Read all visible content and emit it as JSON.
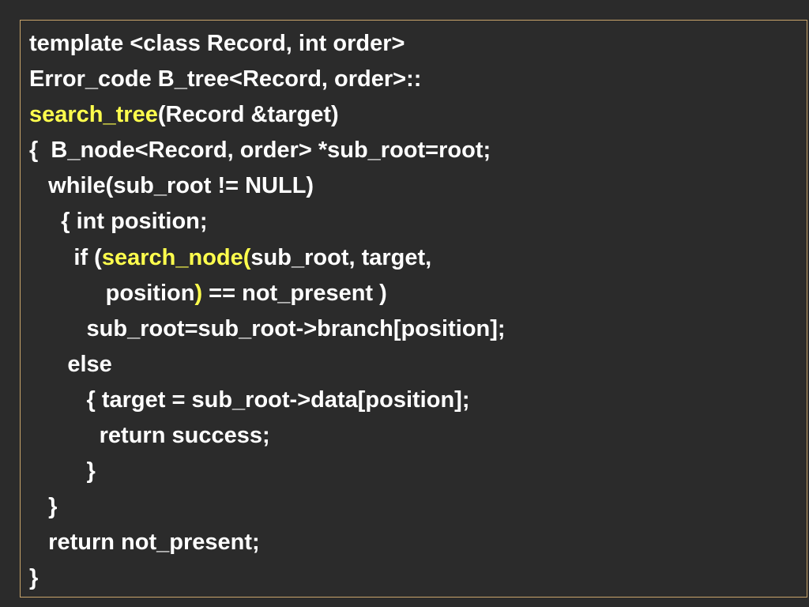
{
  "colors": {
    "background": "#2b2b2b",
    "frame_border": "#c8a46a",
    "text": "#ffffff",
    "highlight": "#ffff4d"
  },
  "code": {
    "line1": "template <class Record, int order>",
    "line2": "Error_code B_tree<Record, order>::",
    "line3": {
      "fn": "search_tree",
      "rest": "(Record &target)"
    },
    "line4": "{  B_node<Record, order> *sub_root=root;",
    "line5": "   while(sub_root != NULL)",
    "line6": "     { int position;",
    "line7": {
      "pre": "       if (",
      "fn": "search_node(",
      "rest": "sub_root, target,"
    },
    "line8": {
      "pre": "            position",
      "close": ")",
      "rest": " == not_present )"
    },
    "line9": "         sub_root=sub_root->branch[position];",
    "line10": "      else",
    "line11": "         { target = sub_root->data[position];",
    "line12": "           return success;",
    "line13": "         }",
    "line14": "   }",
    "line15": "   return not_present;",
    "line16": "}"
  }
}
